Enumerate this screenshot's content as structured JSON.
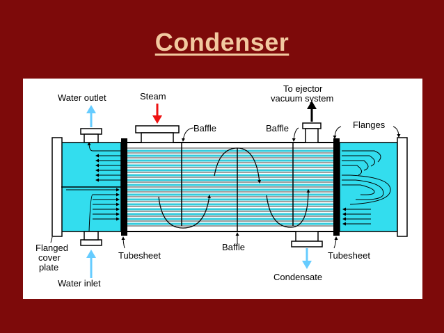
{
  "slide": {
    "title": "Condenser",
    "background": "#7d0a0a",
    "title_color": "#f2c9a0"
  },
  "diagram": {
    "labels": {
      "water_outlet": "Water outlet",
      "steam": "Steam",
      "to_ejector_1": "To ejector",
      "to_ejector_2": "vacuum system",
      "baffle_top_left": "Baffle",
      "baffle_top_right": "Baffle",
      "flanges": "Flanges",
      "flanged_1": "Flanged",
      "flanged_2": "cover",
      "flanged_3": "plate",
      "tubesheet_left": "Tubesheet",
      "baffle_bottom": "Baffle",
      "tubesheet_right": "Tubesheet",
      "water_inlet": "Water inlet",
      "condensate": "Condensate"
    },
    "colors": {
      "water": "#33ddee",
      "water_arrow": "#66ccff",
      "steam_arrow": "#ee1111"
    }
  }
}
